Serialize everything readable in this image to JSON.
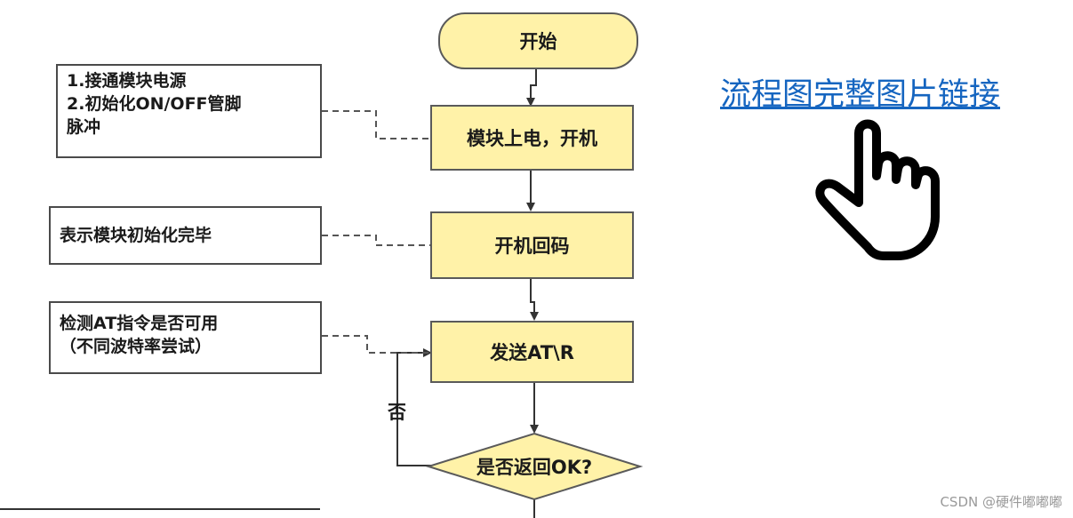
{
  "flowchart": {
    "start": "开始",
    "power_on": "模块上电，开机",
    "boot_echo": "开机回码",
    "send_at": "发送AT\\R",
    "check_ok": "是否返回OK?",
    "no_label": "否"
  },
  "notes": {
    "power_on_note": [
      "1.接通模块电源",
      "2.初始化ON/OFF管脚",
      "脉冲"
    ],
    "boot_echo_note": "表示模块初始化完毕",
    "send_at_note": [
      "检测AT指令是否可用",
      "（不同波特率尝试）"
    ]
  },
  "link_text": "流程图完整图片链接",
  "pointer_icon": "hand-pointer-icon",
  "watermark": "CSDN @硬件嘟嘟嘟",
  "colors": {
    "node_fill": "#fff2a8",
    "node_border": "#5a5a5a",
    "link": "#1565c0"
  }
}
